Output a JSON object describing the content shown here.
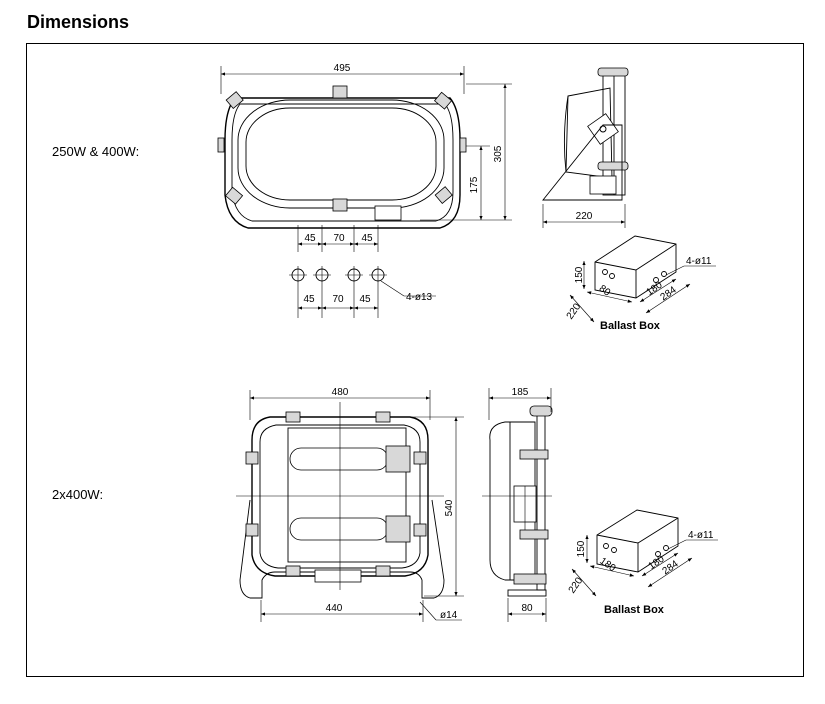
{
  "header": {
    "title": "Dimensions"
  },
  "variants": [
    {
      "label": "250W & 400W:",
      "dims": {
        "width": "495",
        "height": "305",
        "mid_height": "175",
        "bracket_depth": "220",
        "hole_top": [
          "45",
          "70",
          "45"
        ],
        "hole_bottom": [
          "45",
          "70",
          "45"
        ],
        "hole_spec": "4-ø13"
      },
      "ballast": {
        "caption": "Ballast Box",
        "height": "150",
        "width_a": "80",
        "depth": "220",
        "width_b": "180",
        "length": "284",
        "holes": "4-ø11"
      }
    },
    {
      "label": "2x400W:",
      "dims": {
        "width": "480",
        "height": "540",
        "base_width": "440",
        "hole": "ø14",
        "depth": "185",
        "base_depth": "80"
      },
      "ballast": {
        "caption": "Ballast Box",
        "height": "150",
        "width_a": "180",
        "depth": "220",
        "width_b": "180",
        "length": "284",
        "holes": "4-ø11"
      }
    }
  ]
}
